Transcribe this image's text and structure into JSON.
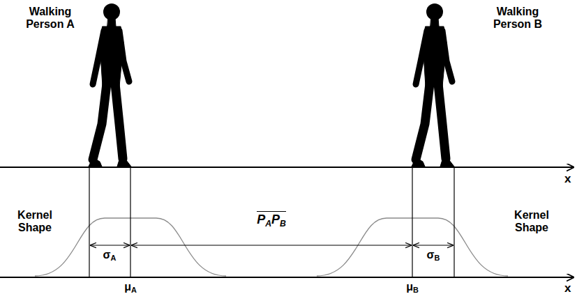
{
  "diagram": {
    "labels": [
      "Walking Person A",
      "Walking Person B",
      "x",
      "Kernel Shape",
      "σA",
      "PAPB",
      "σB",
      "Kernel Shape",
      "x",
      "μA",
      "μB"
    ]
  }
}
